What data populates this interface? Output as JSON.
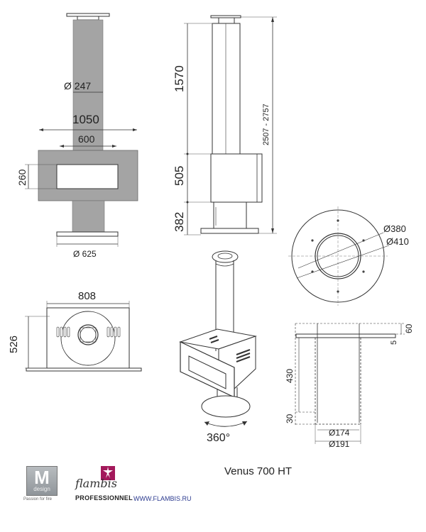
{
  "front_view": {
    "diameter_flue": "Ø 247",
    "width_total": "1050",
    "width_inner": "600",
    "height_body": "260",
    "diameter_base": "Ø 625"
  },
  "side_view": {
    "height_flue": "1570",
    "height_body": "505",
    "height_base": "382",
    "height_total": "2507 - 2757"
  },
  "top_view": {
    "width": "808",
    "depth": "526"
  },
  "ceiling_plate": {
    "diameter_inner": "Ø380",
    "diameter_outer": "Ø410"
  },
  "collar_section": {
    "dim_top": "60",
    "dim_step": "5",
    "height": "430",
    "height_bottom": "30",
    "diameter_inner": "Ø174",
    "diameter_outer": "Ø191"
  },
  "iso_view": {
    "rotation": "360°"
  },
  "footer": {
    "model": "Venus 700 HT",
    "brand": "flambis",
    "brand_sub": "PROFESSIONNEL",
    "website": "WWW.FLAMBIS.RU",
    "mdesign_letter": "M",
    "mdesign_word": "design",
    "mdesign_tagline": "Passion for fire",
    "accent_color": "#a3195b"
  }
}
